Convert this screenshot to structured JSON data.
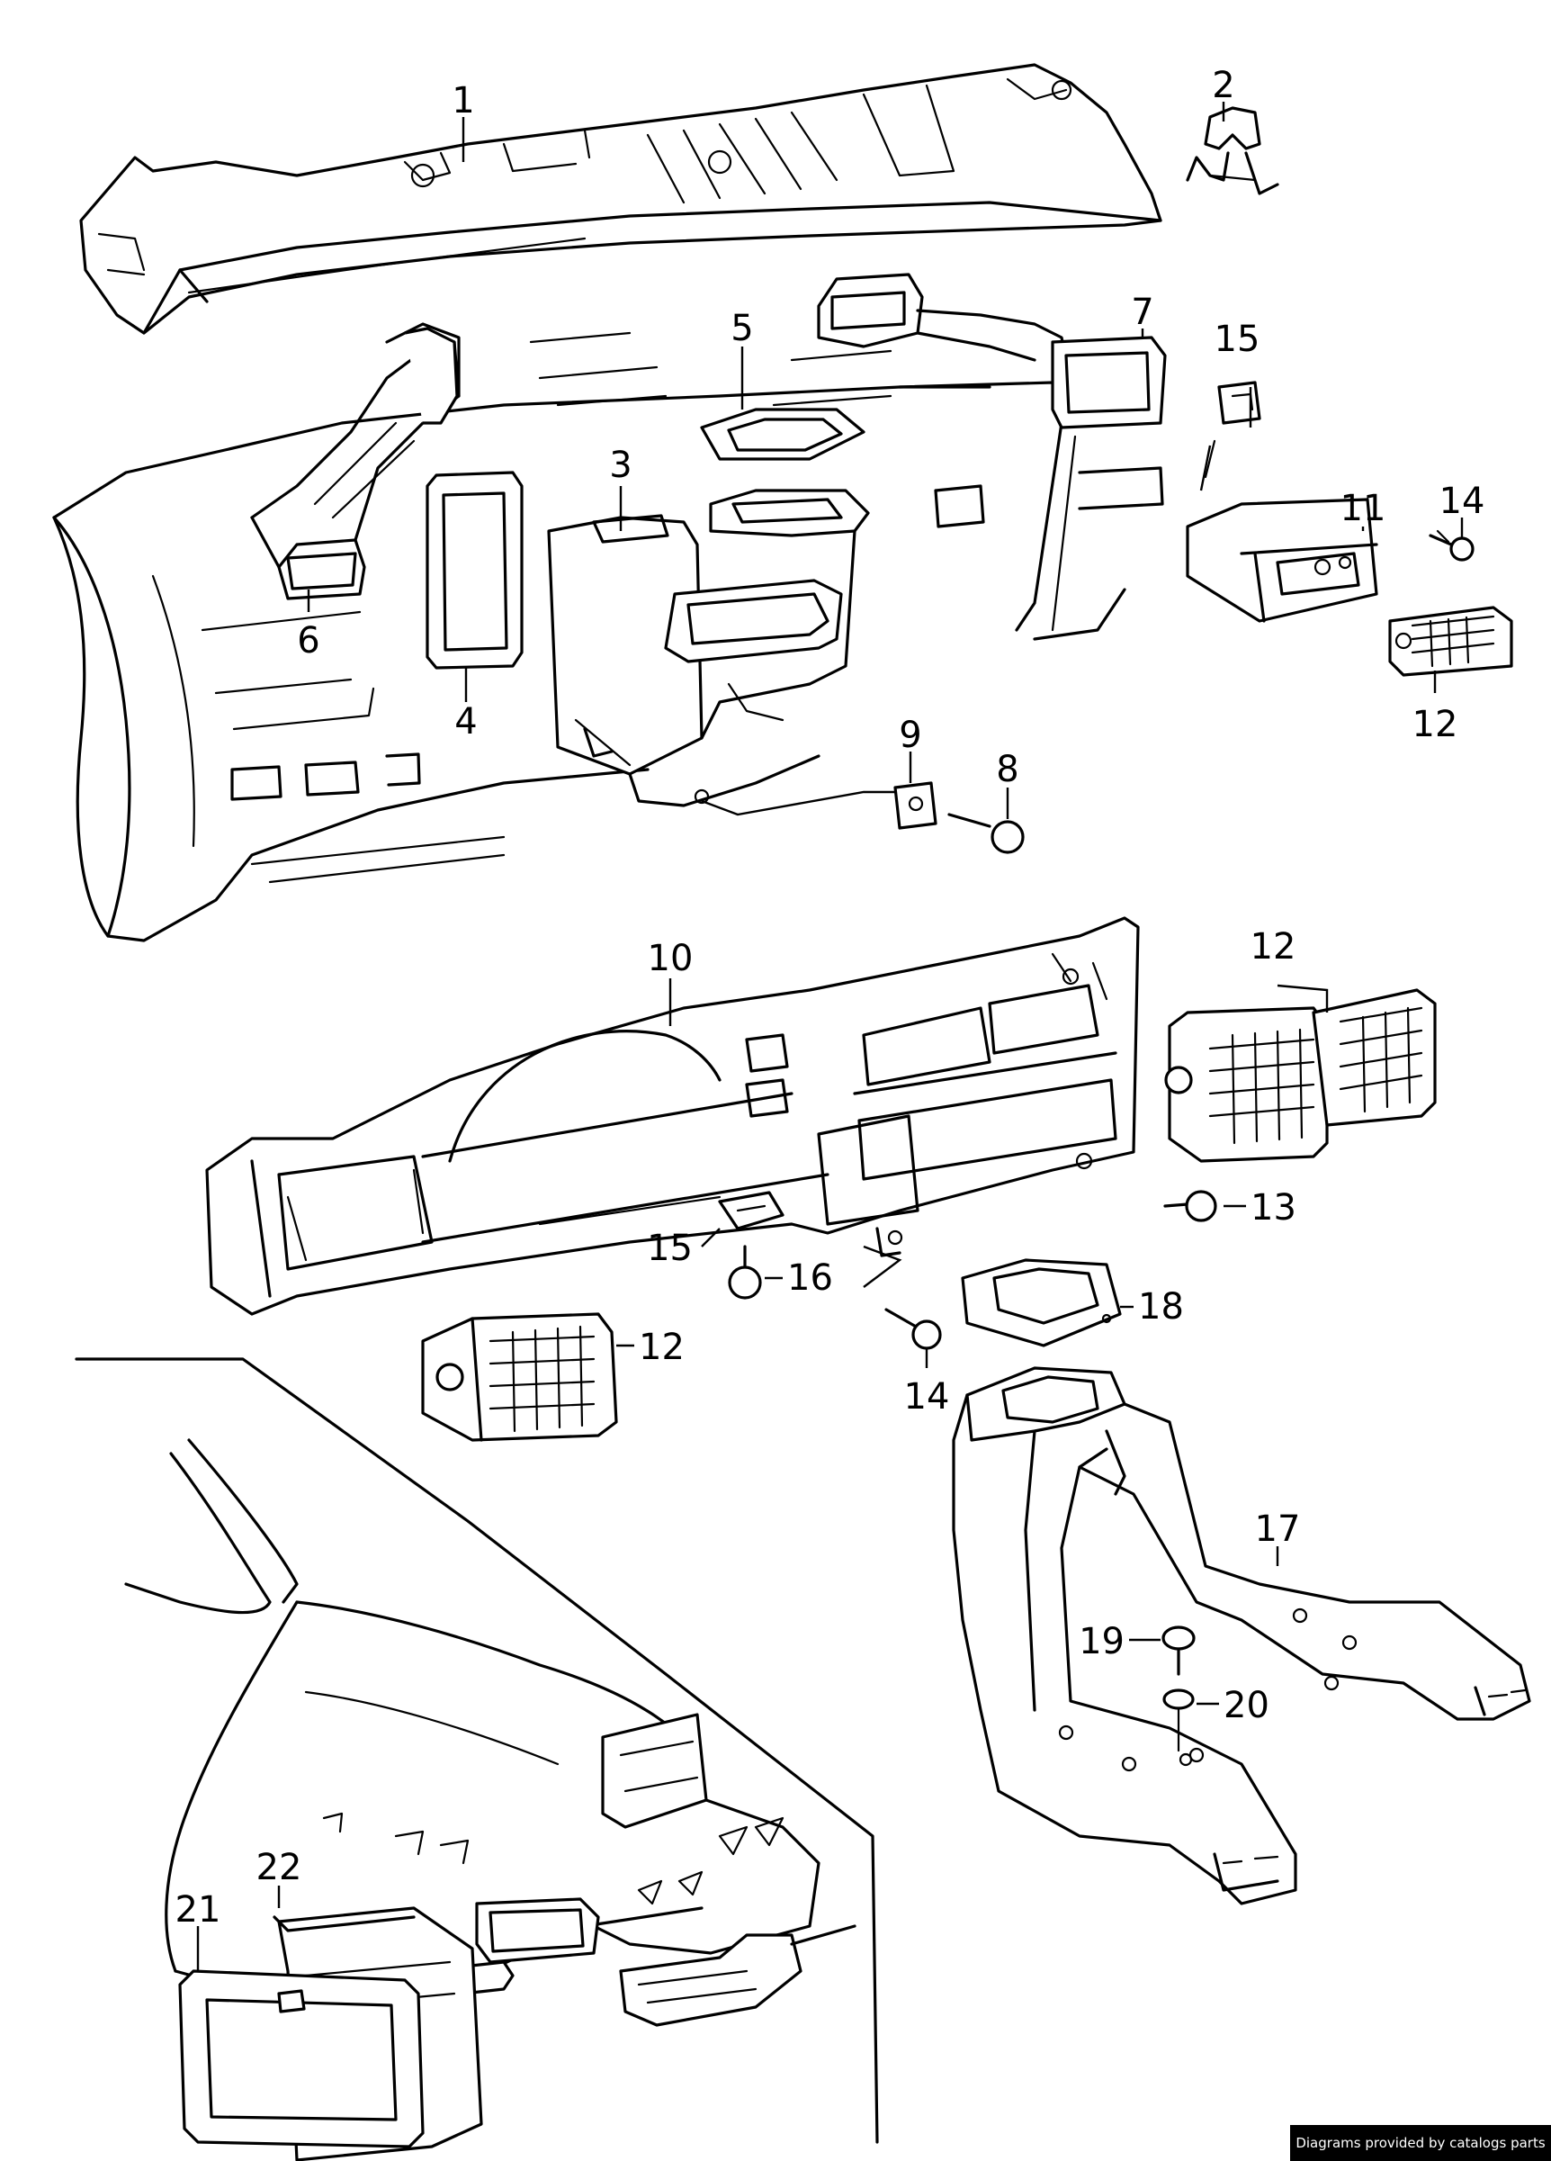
{
  "diagram": {
    "callouts": [
      {
        "id": "c1",
        "label": "1"
      },
      {
        "id": "c2",
        "label": "2"
      },
      {
        "id": "c3",
        "label": "3"
      },
      {
        "id": "c4",
        "label": "4"
      },
      {
        "id": "c5",
        "label": "5"
      },
      {
        "id": "c6",
        "label": "6"
      },
      {
        "id": "c7",
        "label": "7"
      },
      {
        "id": "c8",
        "label": "8"
      },
      {
        "id": "c9",
        "label": "9"
      },
      {
        "id": "c10",
        "label": "10"
      },
      {
        "id": "c11",
        "label": "11"
      },
      {
        "id": "c12a",
        "label": "12"
      },
      {
        "id": "c12b",
        "label": "12"
      },
      {
        "id": "c12c",
        "label": "12"
      },
      {
        "id": "c13",
        "label": "13"
      },
      {
        "id": "c14a",
        "label": "14"
      },
      {
        "id": "c14b",
        "label": "14"
      },
      {
        "id": "c15a",
        "label": "15"
      },
      {
        "id": "c15b",
        "label": "15"
      },
      {
        "id": "c16",
        "label": "16"
      },
      {
        "id": "c17",
        "label": "17"
      },
      {
        "id": "c18",
        "label": "18"
      },
      {
        "id": "c19",
        "label": "19"
      },
      {
        "id": "c20",
        "label": "20"
      },
      {
        "id": "c21",
        "label": "21"
      },
      {
        "id": "c22",
        "label": "22"
      }
    ]
  },
  "footer": {
    "credit": "Diagrams provided by catalogs parts"
  }
}
